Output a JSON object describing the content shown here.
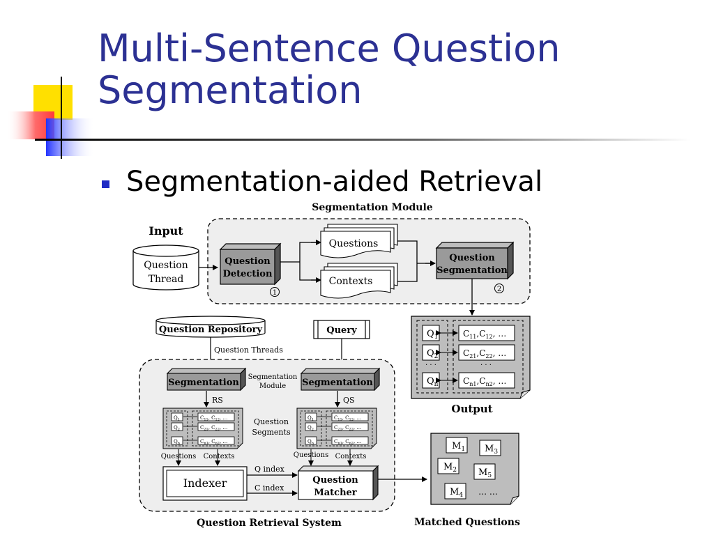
{
  "slide": {
    "title_line1": "Multi-Sentence Question",
    "title_line2": "Segmentation",
    "bullet": "Segmentation-aided Retrieval",
    "colors": {
      "title": "#2c3193",
      "bullet": "#1f2bc4",
      "logo_yellow": "#ffe000",
      "logo_red": "#ff4a4a",
      "logo_blue": "#3344ff"
    }
  },
  "diagram": {
    "segmentation_module_label": "Segmentation Module",
    "input_label": "Input",
    "question_thread": [
      "Question",
      "Thread"
    ],
    "question_detection": [
      "Question",
      "Detection"
    ],
    "step1": "1",
    "questions_doc": "Questions",
    "contexts_doc": "Contexts",
    "question_segmentation": [
      "Question",
      "Segmentation"
    ],
    "step2": "2",
    "output_label": "Output",
    "output_rows": [
      {
        "q": "Q",
        "q_sub": "1",
        "c": "C",
        "c1_sub": "11",
        "mid": ",C",
        "c2_sub": "12",
        "tail": ", …"
      },
      {
        "q": "Q",
        "q_sub": "2",
        "c": "C",
        "c1_sub": "21",
        "mid": ",C",
        "c2_sub": "22",
        "tail": ", …"
      },
      {
        "q": "Q",
        "q_sub": "n",
        "c": "C",
        "c1_sub": "n1",
        "mid": ",C",
        "c2_sub": "n2",
        "tail": ", …"
      }
    ],
    "dots": "· · ·",
    "question_repository": "Question Repository",
    "question_threads": "Question Threads",
    "query": "Query",
    "segmentation": "Segmentation",
    "segmentation_module_small": [
      "Segmentation",
      "Module"
    ],
    "rs": "RS",
    "qs": "QS",
    "question_segments": [
      "Question",
      "Segments"
    ],
    "small_rows": [
      {
        "q": "Q",
        "q_sub": "1",
        "c": "C",
        "c1_sub": "11",
        "mid": ", C",
        "c2_sub": "12",
        "tail": ", …"
      },
      {
        "q": "Q",
        "q_sub": "2",
        "c": "C",
        "c1_sub": "21",
        "mid": ", C",
        "c2_sub": "22",
        "tail": ", …"
      },
      {
        "q": "Q",
        "q_sub": "n",
        "c": "C",
        "c1_sub": "n1",
        "mid": ", C",
        "c2_sub": "n2",
        "tail": ", …"
      }
    ],
    "questions_small": "Questions",
    "contexts_small": "Contexts",
    "indexer": "Indexer",
    "q_index": "Q index",
    "c_index": "C index",
    "question_matcher": [
      "Question",
      "Matcher"
    ],
    "question_retrieval_system": "Question Retrieval System",
    "matched_questions": "Matched Questions",
    "matched_items": [
      {
        "m": "M",
        "sub": "1"
      },
      {
        "m": "M",
        "sub": "3"
      },
      {
        "m": "M",
        "sub": "2"
      },
      {
        "m": "M",
        "sub": "5"
      },
      {
        "m": "M",
        "sub": "4"
      }
    ],
    "matched_more": "… …"
  }
}
